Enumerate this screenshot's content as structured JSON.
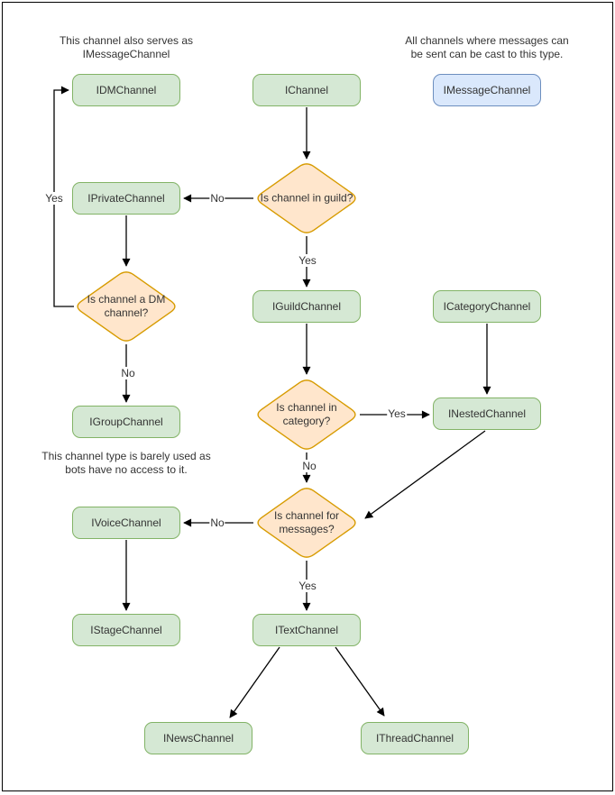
{
  "page": {
    "background": "#ffffff",
    "frame_color": "#000000"
  },
  "colors": {
    "class_fill": "#d5e8d4",
    "class_stroke": "#82b366",
    "decision_fill": "#ffe6cc",
    "decision_stroke": "#d79b00",
    "message_fill": "#dae8fc",
    "message_stroke": "#6c8ebf",
    "edge_stroke": "#000000",
    "text": "#333333"
  },
  "notes": {
    "dm_note": "This channel also serves as IMessageChannel",
    "message_note": "All channels where messages can be sent can be cast to this type.",
    "group_note": "This channel type is barely used as bots have no access to it."
  },
  "nodes": {
    "idmchannel": "IDMChannel",
    "ichannel": "IChannel",
    "imessagechannel": "IMessageChannel",
    "iprivatechannel": "IPrivateChannel",
    "iguildchannel": "IGuildChannel",
    "icategorychannel": "ICategoryChannel",
    "igroupchannel": "IGroupChannel",
    "inestedchannel": "INestedChannel",
    "ivoicechannel": "IVoiceChannel",
    "istagechannel": "IStageChannel",
    "itextchannel": "ITextChannel",
    "inewschannel": "INewsChannel",
    "ithreadchannel": "IThreadChannel"
  },
  "decisions": {
    "in_guild": "Is channel in guild?",
    "is_dm": "Is channel a DM channel?",
    "in_category": "Is channel in category?",
    "for_messages": "Is channel for messages?"
  },
  "edge_labels": {
    "yes": "Yes",
    "no": "No"
  },
  "edges": [
    {
      "from": "IChannel",
      "to": "Is channel in guild?",
      "label": ""
    },
    {
      "from": "Is channel in guild?",
      "to": "IPrivateChannel",
      "label": "No"
    },
    {
      "from": "Is channel in guild?",
      "to": "IGuildChannel",
      "label": "Yes"
    },
    {
      "from": "IPrivateChannel",
      "to": "Is channel a DM channel?",
      "label": ""
    },
    {
      "from": "Is channel a DM channel?",
      "to": "IDMChannel",
      "label": "Yes"
    },
    {
      "from": "Is channel a DM channel?",
      "to": "IGroupChannel",
      "label": "No"
    },
    {
      "from": "IGuildChannel",
      "to": "Is channel in category?",
      "label": ""
    },
    {
      "from": "ICategoryChannel",
      "to": "INestedChannel",
      "label": ""
    },
    {
      "from": "Is channel in category?",
      "to": "INestedChannel",
      "label": "Yes"
    },
    {
      "from": "Is channel in category?",
      "to": "Is channel for messages?",
      "label": "No"
    },
    {
      "from": "INestedChannel",
      "to": "Is channel for messages?",
      "label": ""
    },
    {
      "from": "Is channel for messages?",
      "to": "IVoiceChannel",
      "label": "No"
    },
    {
      "from": "Is channel for messages?",
      "to": "ITextChannel",
      "label": "Yes"
    },
    {
      "from": "IVoiceChannel",
      "to": "IStageChannel",
      "label": ""
    },
    {
      "from": "ITextChannel",
      "to": "INewsChannel",
      "label": ""
    },
    {
      "from": "ITextChannel",
      "to": "IThreadChannel",
      "label": ""
    }
  ]
}
